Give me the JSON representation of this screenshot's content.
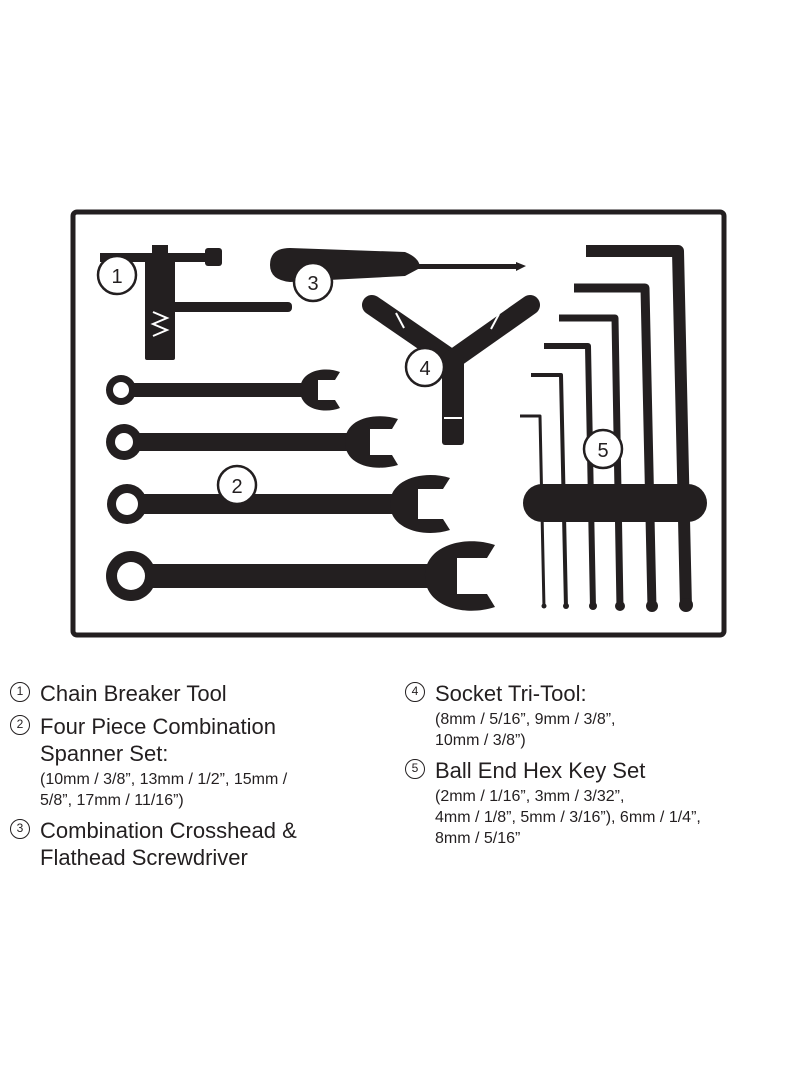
{
  "colors": {
    "ink": "#231f20",
    "background": "#ffffff"
  },
  "callouts": [
    "1",
    "2",
    "3",
    "4",
    "5"
  ],
  "legend": {
    "left": [
      {
        "number": "1",
        "title": "Chain Breaker Tool",
        "detail": ""
      },
      {
        "number": "2",
        "title": "Four Piece Combination\nSpanner Set:",
        "detail": "(10mm / 3/8”, 13mm / 1/2”, 15mm /\n5/8”, 17mm / 11/16”)"
      },
      {
        "number": "3",
        "title": "Combination Crosshead &\nFlathead Screwdriver",
        "detail": ""
      }
    ],
    "right": [
      {
        "number": "4",
        "title": "Socket Tri-Tool:",
        "detail": "(8mm / 5/16”, 9mm / 3/8”,\n10mm / 3/8”)"
      },
      {
        "number": "5",
        "title": "Ball End Hex Key Set",
        "detail": "(2mm / 1/16”, 3mm / 3/32”,\n4mm / 1/8”, 5mm / 3/16”), 6mm / 1/4”,\n8mm / 5/16”"
      }
    ]
  }
}
